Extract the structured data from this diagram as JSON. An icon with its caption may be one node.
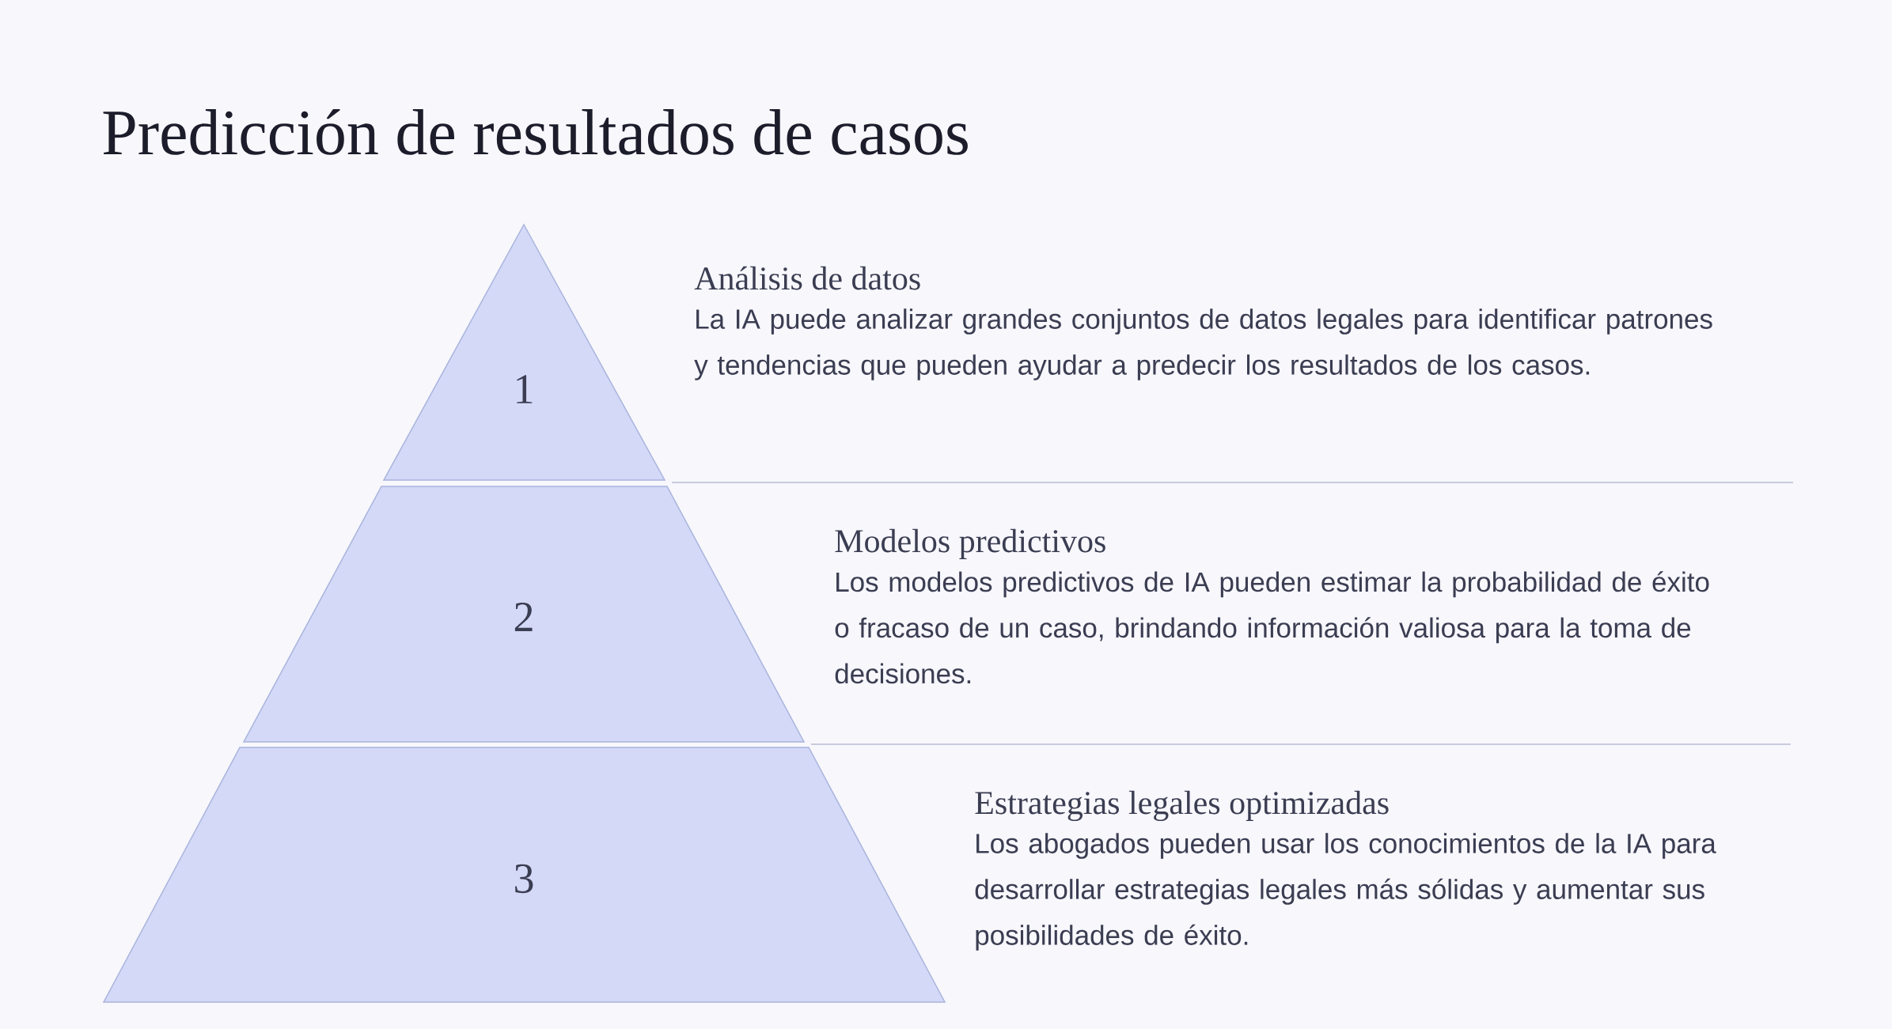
{
  "diagram": {
    "title": "Predicción de resultados de casos",
    "nodes": [
      {
        "text": [
          "1"
        ],
        "beside": [
          "Análisis de datos",
          "La IA puede analizar grandes conjuntos de datos legales para identificar patrones y tendencias que pueden ayudar a predecir los resultados de los casos."
        ]
      },
      {
        "text": [
          "2"
        ],
        "beside": [
          "Modelos predictivos",
          "Los modelos predictivos de IA pueden estimar la probabilidad de éxito o fracaso de un caso, brindando información valiosa para la toma de decisiones."
        ]
      },
      {
        "text": [
          "3"
        ],
        "beside": [
          "Estrategias legales optimizadas",
          "Los abogados pueden usar los conocimientos de la IA para desarrollar estrategias legales más sólidas y aumentar sus posibilidades de éxito."
        ]
      }
    ]
  }
}
